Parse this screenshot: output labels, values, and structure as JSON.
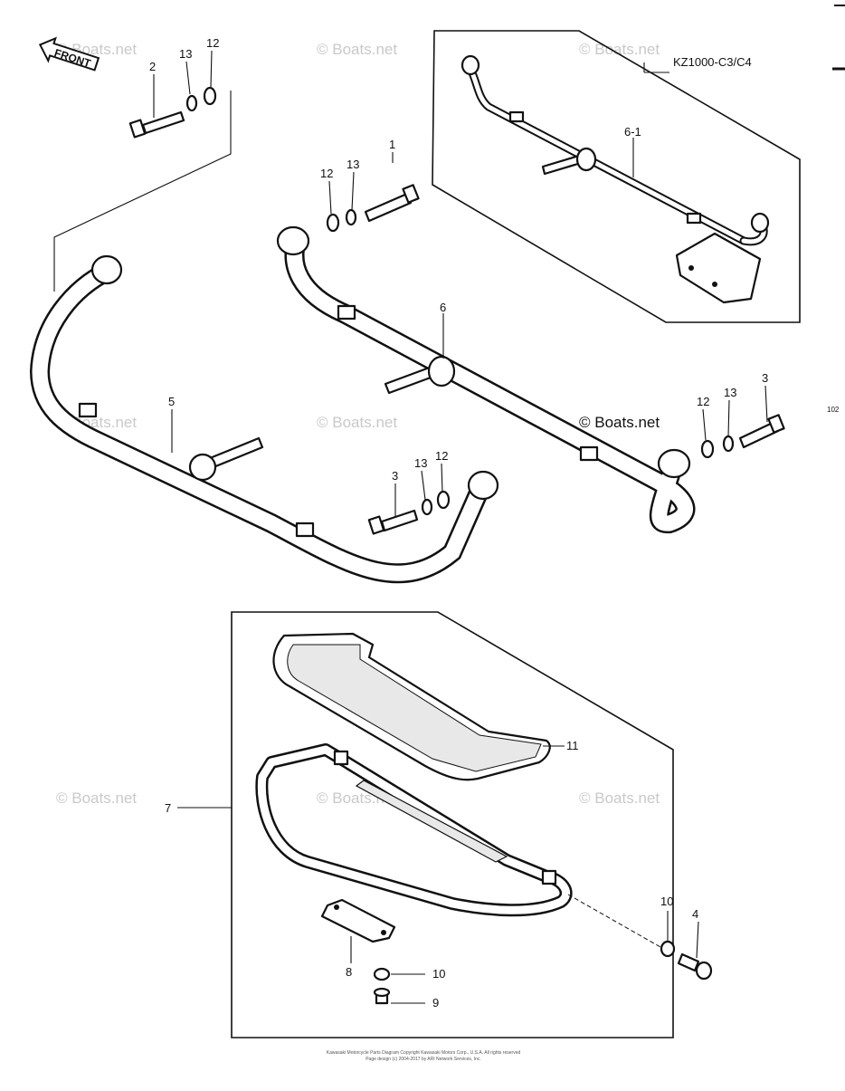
{
  "watermark": "© Boats.net",
  "front_label": "FRONT",
  "model_note": "KZ1000-C3/C4",
  "page_ref": "102",
  "callouts": {
    "c1": "1",
    "c2": "2",
    "c3a": "3",
    "c3b": "3",
    "c4": "4",
    "c5": "5",
    "c6": "6",
    "c6_1": "6-1",
    "c7": "7",
    "c8": "8",
    "c9": "9",
    "c10a": "10",
    "c10b": "10",
    "c11": "11",
    "c12a": "12",
    "c12b": "12",
    "c12c": "12",
    "c12d": "12",
    "c13a": "13",
    "c13b": "13",
    "c13c": "13",
    "c13d": "13"
  },
  "footer": {
    "line1": "Kawasaki Motorcycle Parts Diagram Copyright Kawasaki Motors Corp., U.S.A. All rights reserved",
    "line2": "Page design (c) 2004-2017 by ARI Network Services, Inc."
  }
}
